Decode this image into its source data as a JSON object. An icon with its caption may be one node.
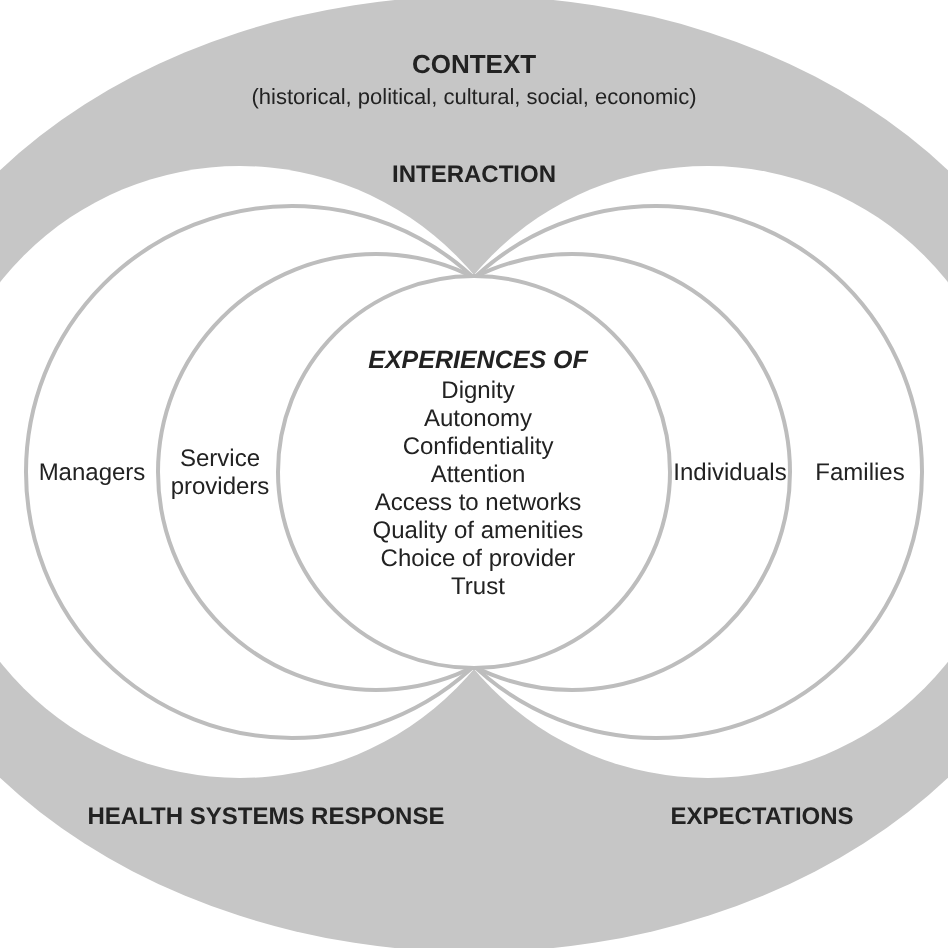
{
  "diagram": {
    "nodes": [
      {
        "text": [
          "Managers"
        ]
      },
      {
        "text": [
          "Service providers"
        ]
      },
      {
        "text": [
          "EXPERIENCES OF",
          "Dignity",
          "Autonomy",
          "Confidentiality",
          "Attention",
          "Access to networks",
          "Quality of amenities",
          "Choice of provider",
          "Trust"
        ]
      },
      {
        "text": [
          "Individuals"
        ]
      },
      {
        "text": [
          "Families"
        ]
      }
    ],
    "labels": [
      "CONTEXT",
      "(historical, political, cultural, social, economic)",
      "INTERACTION",
      "HEALTH SYSTEMS RESPONSE",
      "EXPECTATIONS"
    ]
  }
}
